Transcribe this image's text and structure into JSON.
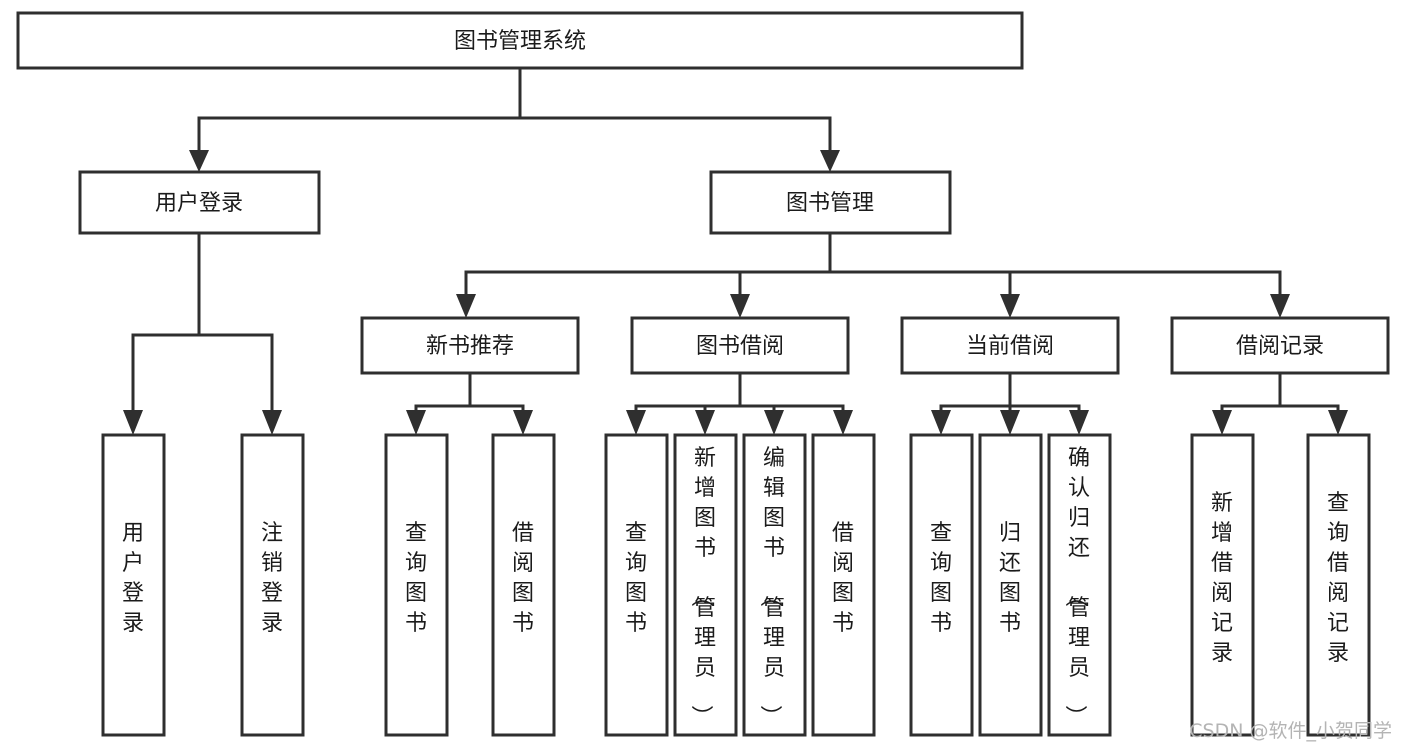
{
  "diagram": {
    "type": "tree-hierarchy",
    "title": "图书管理系统",
    "watermark": "CSDN @软件_小贺同学",
    "colors": {
      "background": "#ffffff",
      "stroke": "#2f2f2f",
      "text": "#1b1b1b",
      "watermark": "#b4b4b4"
    },
    "nodes": {
      "root": {
        "label": "图书管理系统",
        "orientation": "horizontal"
      },
      "level1": [
        {
          "id": "user-login",
          "label": "用户登录",
          "orientation": "horizontal"
        },
        {
          "id": "book-manage",
          "label": "图书管理",
          "orientation": "horizontal"
        }
      ],
      "level2": [
        {
          "id": "new-book-recommend",
          "label": "新书推荐",
          "orientation": "horizontal",
          "parent": "book-manage"
        },
        {
          "id": "book-borrow",
          "label": "图书借阅",
          "orientation": "horizontal",
          "parent": "book-manage"
        },
        {
          "id": "current-borrow",
          "label": "当前借阅",
          "orientation": "horizontal",
          "parent": "book-manage"
        },
        {
          "id": "borrow-record",
          "label": "借阅记录",
          "orientation": "horizontal",
          "parent": "book-manage"
        }
      ],
      "leaves": [
        {
          "id": "leaf-user-login",
          "label": "用户登录",
          "orientation": "vertical",
          "parent": "user-login"
        },
        {
          "id": "leaf-user-logout",
          "label": "注销登录",
          "orientation": "vertical",
          "parent": "user-login"
        },
        {
          "id": "leaf-query-book-1",
          "label": "查询图书",
          "orientation": "vertical",
          "parent": "new-book-recommend"
        },
        {
          "id": "leaf-borrow-book-1",
          "label": "借阅图书",
          "orientation": "vertical",
          "parent": "new-book-recommend"
        },
        {
          "id": "leaf-query-book-2",
          "label": "查询图书",
          "orientation": "vertical",
          "parent": "book-borrow"
        },
        {
          "id": "leaf-add-book",
          "label": "新增图书（管理员）",
          "orientation": "vertical",
          "parent": "book-borrow"
        },
        {
          "id": "leaf-edit-book",
          "label": "编辑图书（管理员）",
          "orientation": "vertical",
          "parent": "book-borrow"
        },
        {
          "id": "leaf-borrow-book-2",
          "label": "借阅图书",
          "orientation": "vertical",
          "parent": "book-borrow"
        },
        {
          "id": "leaf-query-book-3",
          "label": "查询图书",
          "orientation": "vertical",
          "parent": "current-borrow"
        },
        {
          "id": "leaf-return-book",
          "label": "归还图书",
          "orientation": "vertical",
          "parent": "current-borrow"
        },
        {
          "id": "leaf-confirm-return",
          "label": "确认归还（管理员）",
          "orientation": "vertical",
          "parent": "current-borrow"
        },
        {
          "id": "leaf-add-record",
          "label": "新增借阅记录",
          "orientation": "vertical",
          "parent": "borrow-record"
        },
        {
          "id": "leaf-query-record",
          "label": "查询借阅记录",
          "orientation": "vertical",
          "parent": "borrow-record"
        }
      ]
    }
  }
}
